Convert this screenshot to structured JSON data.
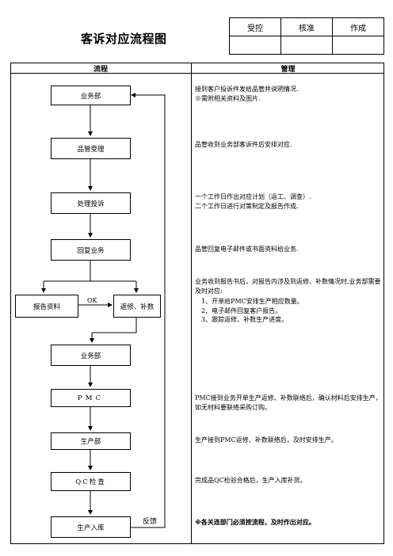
{
  "title": "客诉对应流程图",
  "sign_table": {
    "headers": [
      "受控",
      "核准",
      "作成"
    ],
    "values": [
      "",
      "",
      ""
    ]
  },
  "columns": {
    "flow": "流程",
    "manage": "管理"
  },
  "flow": {
    "sales1": "业务部",
    "qa_receive": "品管受理",
    "handle": "处理投诉",
    "reply": "回复业务",
    "report": "报告资料",
    "rework": "返修、补数",
    "ok": "OK",
    "sales2": "业务部",
    "pmc": "PMC",
    "production": "生产部",
    "qc": "QC检查",
    "warehouse": "生产入库",
    "feedback": "反馈"
  },
  "notes": {
    "n1": [
      "接到客户投诉件发给品管并说明情况.",
      "※需附相关资料及图片."
    ],
    "n2": [
      "品管收到业务部客诉件后安排对应."
    ],
    "n3": [
      "一个工作日作出对应计划（返工、调查）.",
      "二个工作日进行对策制定及报告作成."
    ],
    "n4": [
      "品管回复电子邮件或书面资料给业务."
    ],
    "n5_intro": "业务收到报告书后，对报告内涉及到返修、补数情况时,业务部需要及时对应:",
    "n5_items": [
      "1、开单给PMC安排生产相应数量。",
      "2、电子邮件回复客户报告。",
      "3、跟踪返修、补数生产进度。"
    ],
    "n6": [
      "PMC接到业务开单生产返修、补数联络后，确认材料后安排生产，如无材料要联络采购订购。"
    ],
    "n7": [
      "生产接到PMC返修、补数联络后，及时安排生产。"
    ],
    "n8": [
      "完成品QC检验合格后，生产入库补货。"
    ],
    "n9": "※各关连部门必须按流程，及时作出对应。"
  }
}
